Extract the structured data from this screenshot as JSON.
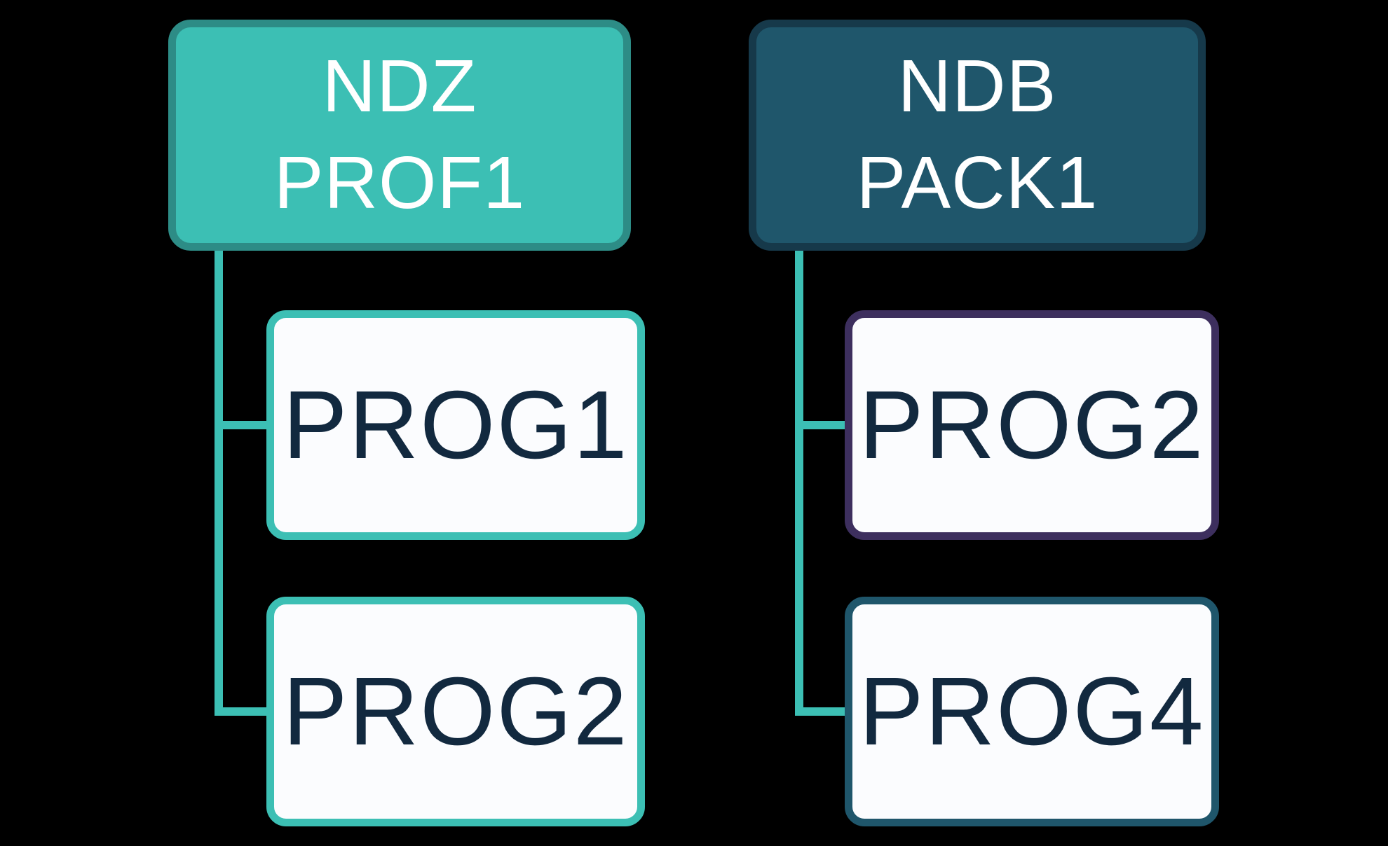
{
  "canvas": {
    "background_color": "#000000"
  },
  "diagram": {
    "type": "hierarchy",
    "connector_color": "#3CBFB4",
    "trees": [
      {
        "parent": {
          "lines": [
            "NDZ",
            "PROF1"
          ],
          "fill_color": "#3CBFB4",
          "border_color": "#2D8C86",
          "text_color": "#FFFFFF"
        },
        "children": [
          {
            "label": "PROG1",
            "fill_color": "#FBFCFE",
            "border_color": "#3CBFB4",
            "text_color": "#12293F"
          },
          {
            "label": "PROG2",
            "fill_color": "#FBFCFE",
            "border_color": "#3CBFB4",
            "text_color": "#12293F"
          }
        ]
      },
      {
        "parent": {
          "lines": [
            "NDB",
            "PACK1"
          ],
          "fill_color": "#1F566B",
          "border_color": "#16394A",
          "text_color": "#FFFFFF"
        },
        "children": [
          {
            "label": "PROG2",
            "fill_color": "#FBFCFE",
            "border_color": "#3D2F5E",
            "text_color": "#12293F"
          },
          {
            "label": "PROG4",
            "fill_color": "#FBFCFE",
            "border_color": "#1F566B",
            "text_color": "#12293F"
          }
        ]
      }
    ]
  }
}
